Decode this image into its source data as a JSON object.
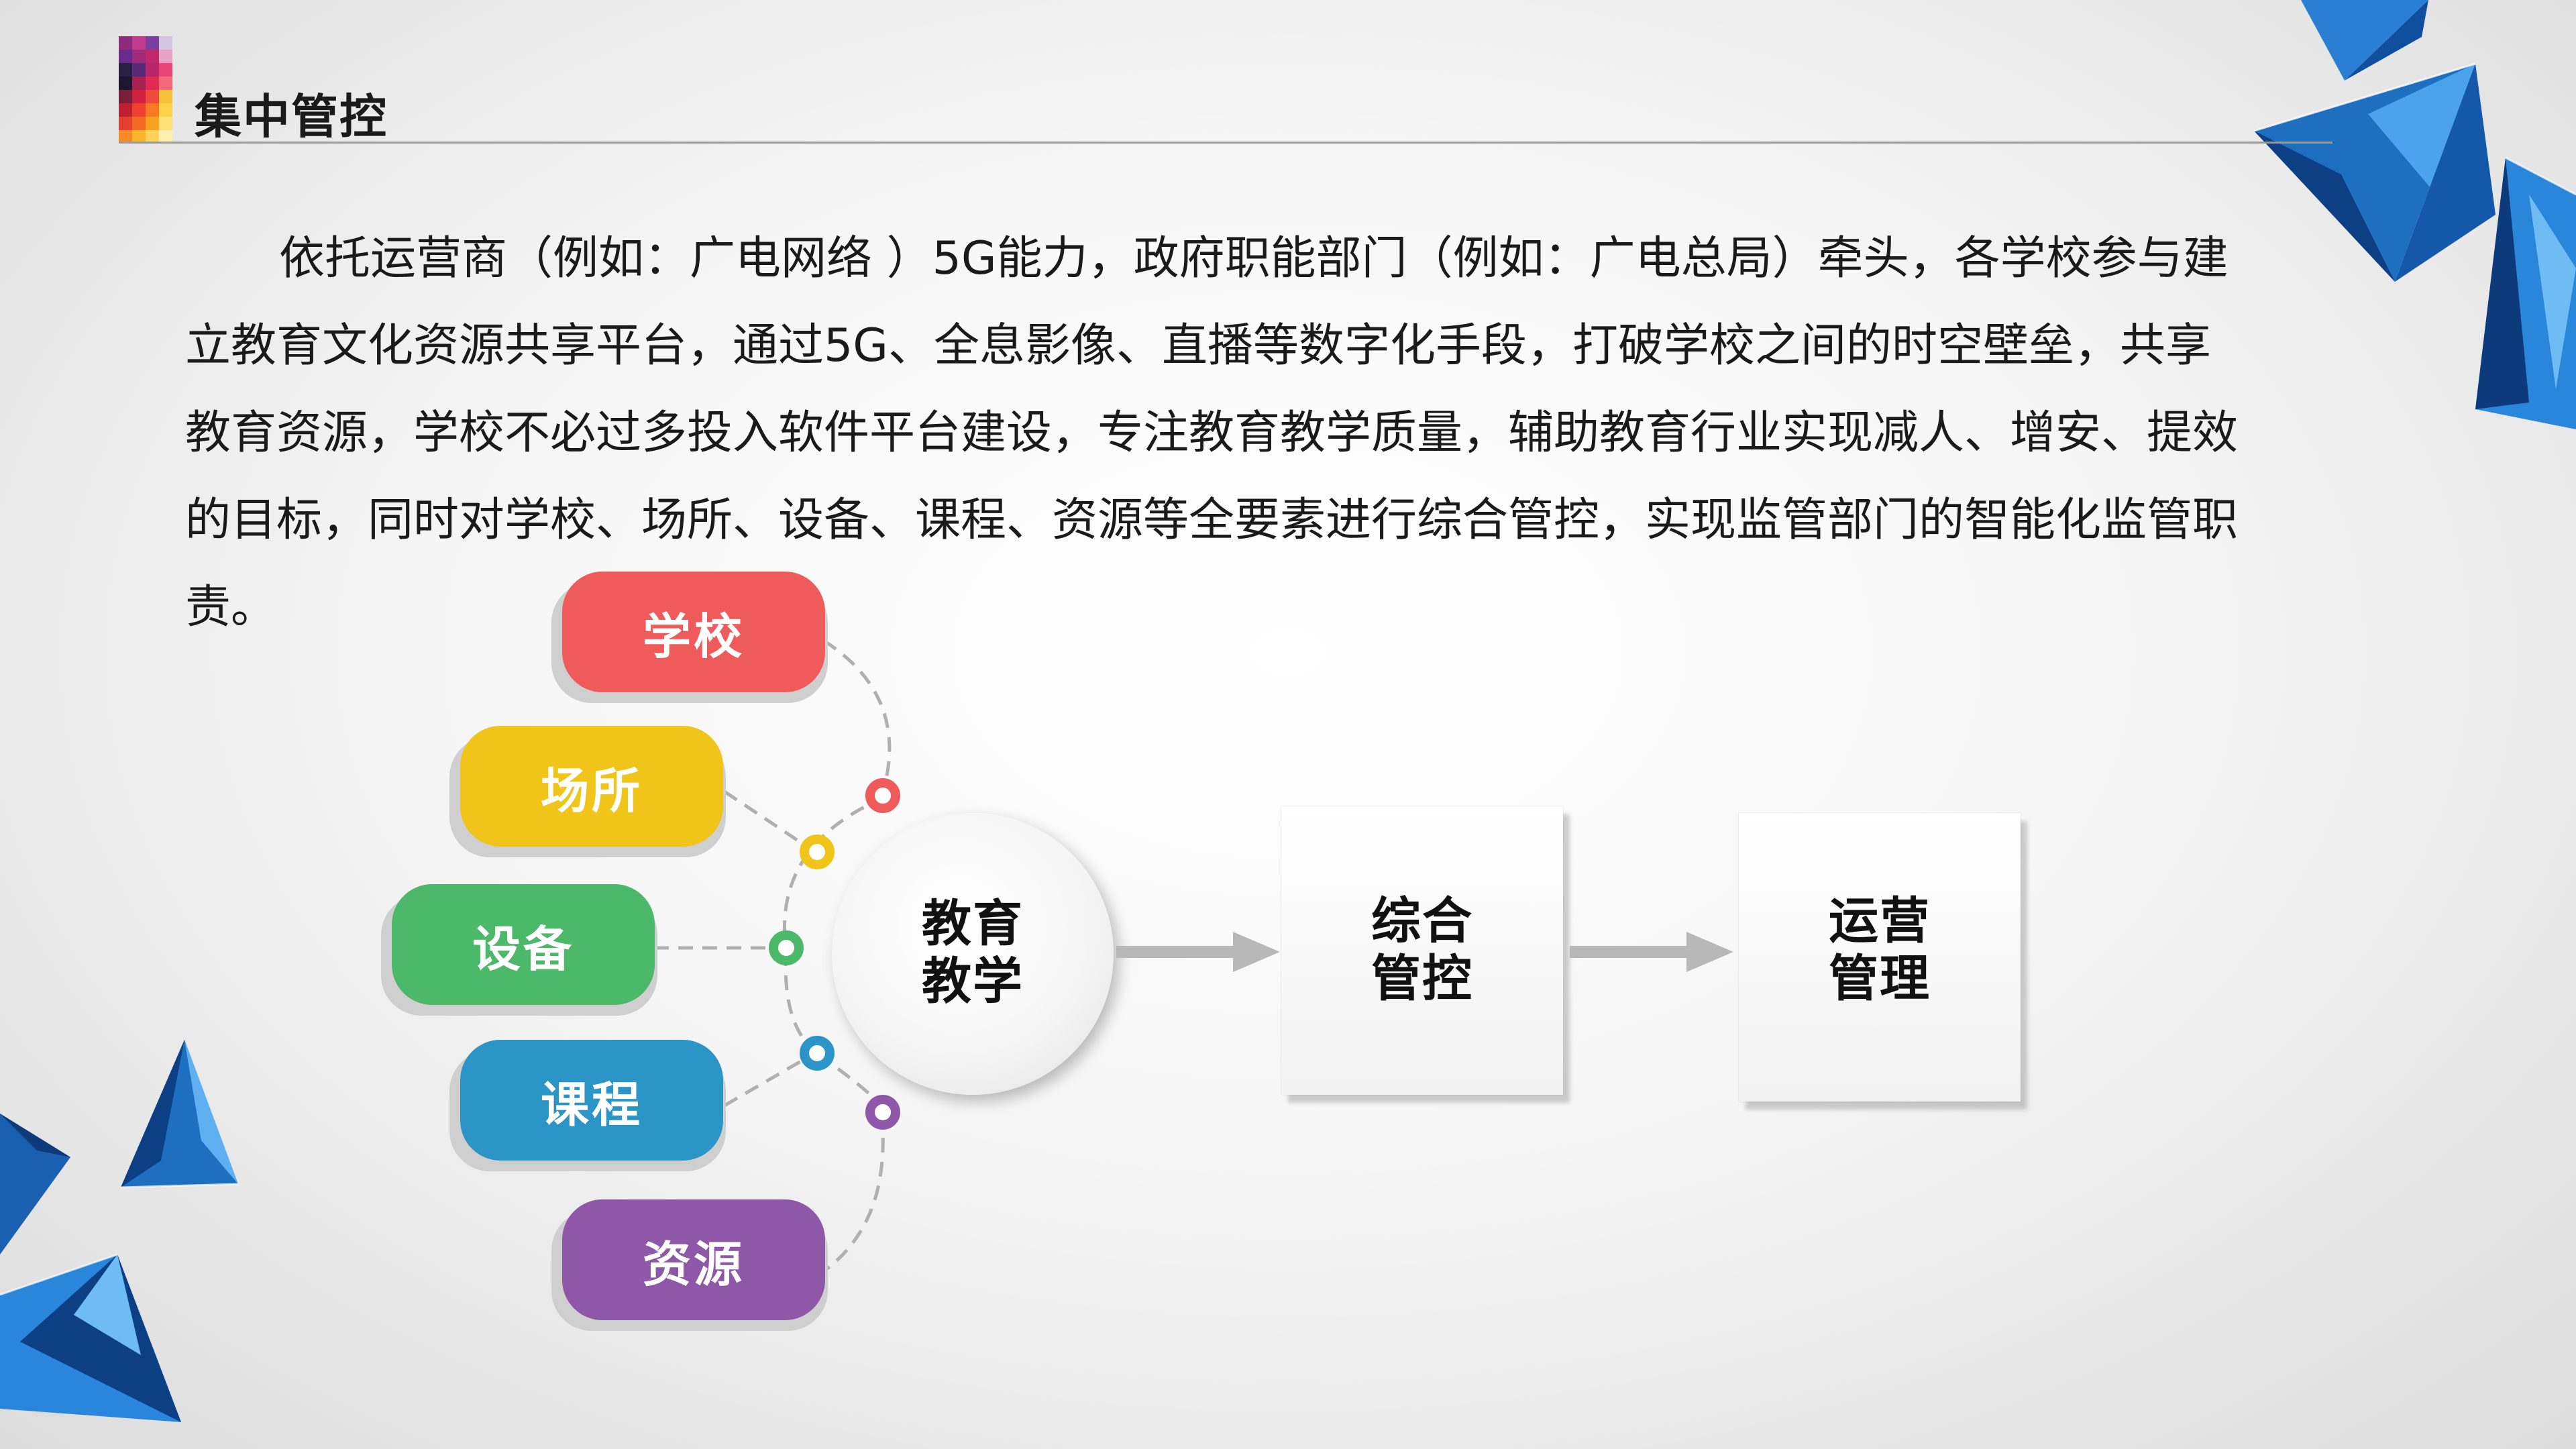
{
  "header": {
    "title": "集中管控"
  },
  "paragraph": {
    "lines": [
      "依托运营商（例如：广电网络 ）5G能力，政府职能部门（例如：广电总局）牵头，各学校参与建",
      "立教育文化资源共享平台，通过5G、全息影像、直播等数字化手段，打破学校之间的时空壁垒，共享",
      "教育资源，学校不必过多投入软件平台建设，专注教育教学质量，辅助教育行业实现减人、增安、提效",
      "的目标，同时对学校、场所、设备、课程、资源等全要素进行综合管控，实现监管部门的智能化监管职",
      "责。"
    ]
  },
  "diagram": {
    "elements": [
      {
        "label": "学校",
        "color": "#ef5b5b"
      },
      {
        "label": "场所",
        "color": "#f0c419"
      },
      {
        "label": "设备",
        "color": "#4cb86a"
      },
      {
        "label": "课程",
        "color": "#2b95c8"
      },
      {
        "label": "资源",
        "color": "#8e57a8"
      }
    ],
    "center": {
      "line1": "教育",
      "line2": "教学"
    },
    "steps": [
      {
        "line1": "综合",
        "line2": "管控"
      },
      {
        "line1": "运营",
        "line2": "管理"
      }
    ],
    "arrow_color": "#b8b8b8",
    "connector_color": "#b0b0b0"
  },
  "colors": {
    "accent_blue": "#1f6fc0",
    "title_rule": "#9a9a9a"
  }
}
